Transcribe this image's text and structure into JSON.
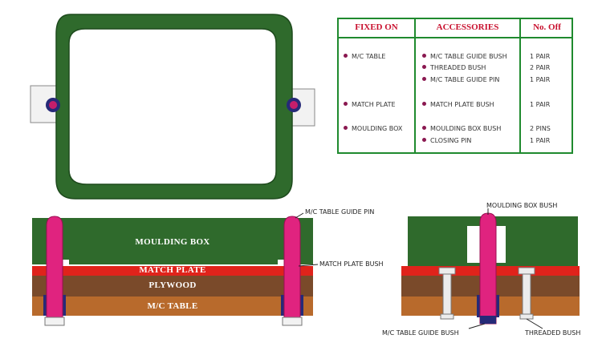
{
  "table": {
    "headers": [
      "FIXED ON",
      "ACCESSORIES",
      "No. Off"
    ],
    "rows": [
      {
        "fixed_on": "M/C TABLE",
        "accessory": "M/C TABLE GUIDE BUSH",
        "qty": "1 PAIR"
      },
      {
        "fixed_on": "",
        "accessory": "THREADED BUSH",
        "qty": "2 PAIR"
      },
      {
        "fixed_on": "",
        "accessory": "M/C TABLE GUIDE PIN",
        "qty": "1 PAIR"
      },
      {
        "fixed_on": "MATCH PLATE",
        "accessory": "MATCH PLATE BUSH",
        "qty": "1 PAIR"
      },
      {
        "fixed_on": "MOULDING BOX",
        "accessory": "MOULDING BOX BUSH",
        "qty": "2 PINS"
      },
      {
        "fixed_on": "",
        "accessory": "CLOSING PIN",
        "qty": "1 PAIR"
      }
    ]
  },
  "left_assembly": {
    "layers": {
      "moulding_box": "MOULDING BOX",
      "match_plate": "MATCH PLATE",
      "plywood": "PLYWOOD",
      "mc_table": "M/C TABLE"
    },
    "callouts": {
      "guide_pin": "M/C TABLE GUIDE PIN",
      "match_plate_bush": "MATCH PLATE BUSH"
    }
  },
  "right_assembly": {
    "callouts": {
      "moulding_box_bush": "MOULDING BOX BUSH",
      "guide_bush": "M/C TABLE GUIDE BUSH",
      "threaded_bush": "THREADED BUSH"
    }
  },
  "colors": {
    "green": "#2f6a2c",
    "red": "#e0231b",
    "plywood": "#7a4a2a",
    "table": "#b86a2c",
    "pin": "#e0237f",
    "bush": "#262a78",
    "table_border": "#1f8a2e",
    "header_text": "#c8102e"
  }
}
